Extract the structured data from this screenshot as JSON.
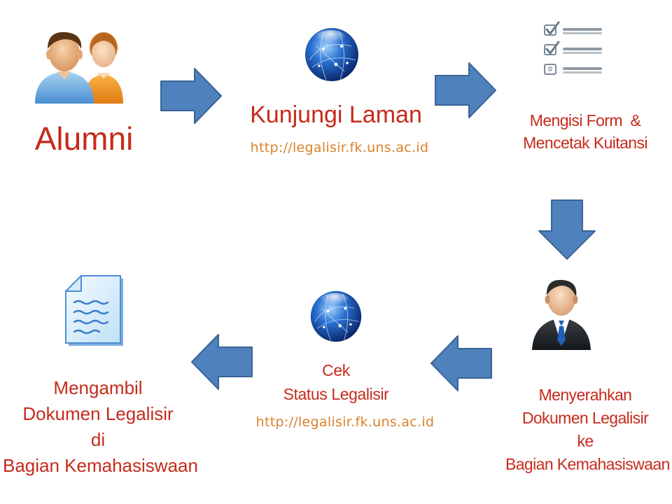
{
  "colors": {
    "caption": "#c62b1c",
    "url": "#d9822b",
    "arrow_fill": "#4f81bd",
    "arrow_stroke": "#3a6496"
  },
  "steps": [
    {
      "id": "alumni",
      "icon": "people-icon",
      "lines": [
        "Alumni"
      ]
    },
    {
      "id": "visit",
      "icon": "globe-icon",
      "lines": [
        "Kunjungi Laman"
      ],
      "url": "http://legalisir.fk.uns.ac.id"
    },
    {
      "id": "form",
      "icon": "checklist-icon",
      "lines": [
        "Mengisi Form  &",
        "Mencetak Kuitansi"
      ]
    },
    {
      "id": "submit",
      "icon": "businessman-icon",
      "lines": [
        "Menyerahkan",
        "Dokumen Legalisir",
        "ke",
        "Bagian Kemahasiswaan"
      ]
    },
    {
      "id": "check",
      "icon": "globe-icon",
      "lines": [
        "Cek",
        "Status Legalisir"
      ],
      "url": "http://legalisir.fk.uns.ac.id"
    },
    {
      "id": "pickup",
      "icon": "document-icon",
      "lines": [
        "Mengambil",
        "Dokumen Legalisir",
        "di",
        "Bagian Kemahasiswaan"
      ]
    }
  ],
  "arrows": [
    {
      "from": "alumni",
      "to": "visit",
      "direction": "right"
    },
    {
      "from": "visit",
      "to": "form",
      "direction": "right"
    },
    {
      "from": "form",
      "to": "submit",
      "direction": "down"
    },
    {
      "from": "submit",
      "to": "check",
      "direction": "left"
    },
    {
      "from": "check",
      "to": "pickup",
      "direction": "left"
    }
  ]
}
